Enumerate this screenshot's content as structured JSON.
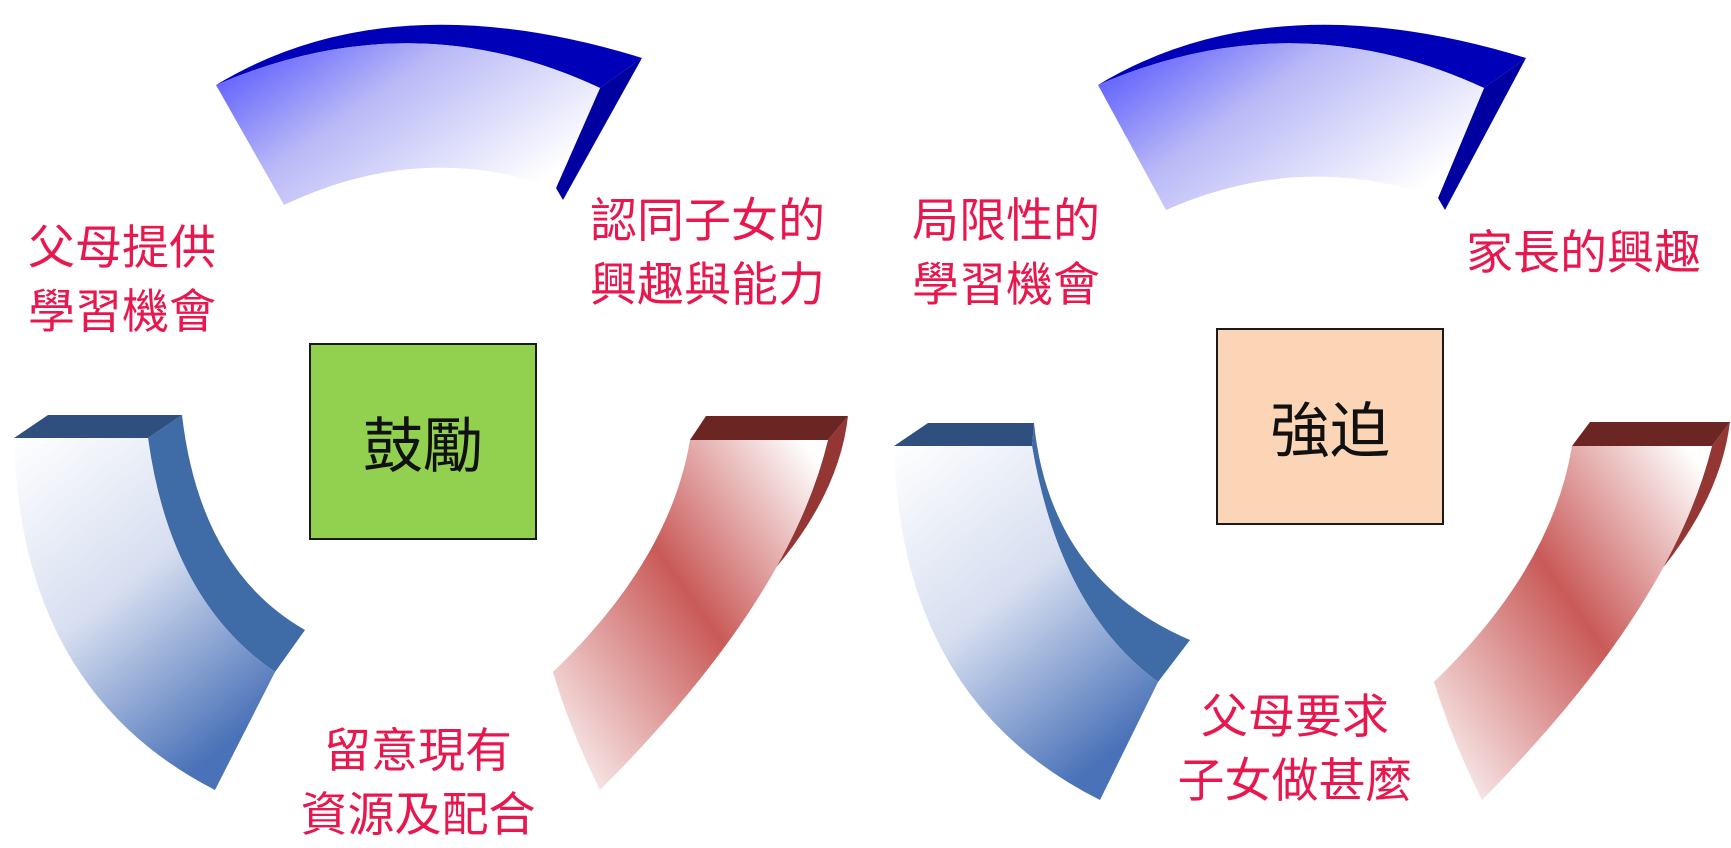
{
  "diagrams": [
    {
      "center_label": "鼓勵",
      "center_color": "#92d050",
      "labels": [
        {
          "lines": [
            "父母提供",
            "學習機會"
          ]
        },
        {
          "lines": [
            "認同子女的",
            "興趣與能力"
          ]
        },
        {
          "lines": [
            "留意現有",
            "資源及配合"
          ]
        }
      ]
    },
    {
      "center_label": "強迫",
      "center_color": "#fbd5b5",
      "labels": [
        {
          "lines": [
            "局限性的",
            "學習機會"
          ]
        },
        {
          "lines": [
            "家長的興趣"
          ]
        },
        {
          "lines": [
            "父母要求",
            "子女做甚麼"
          ]
        }
      ]
    }
  ],
  "colors": {
    "text_accent": "#e8184f",
    "arc_top": "#0000b8",
    "arc_left": "#3f6ba7",
    "arc_right": "#943634"
  }
}
